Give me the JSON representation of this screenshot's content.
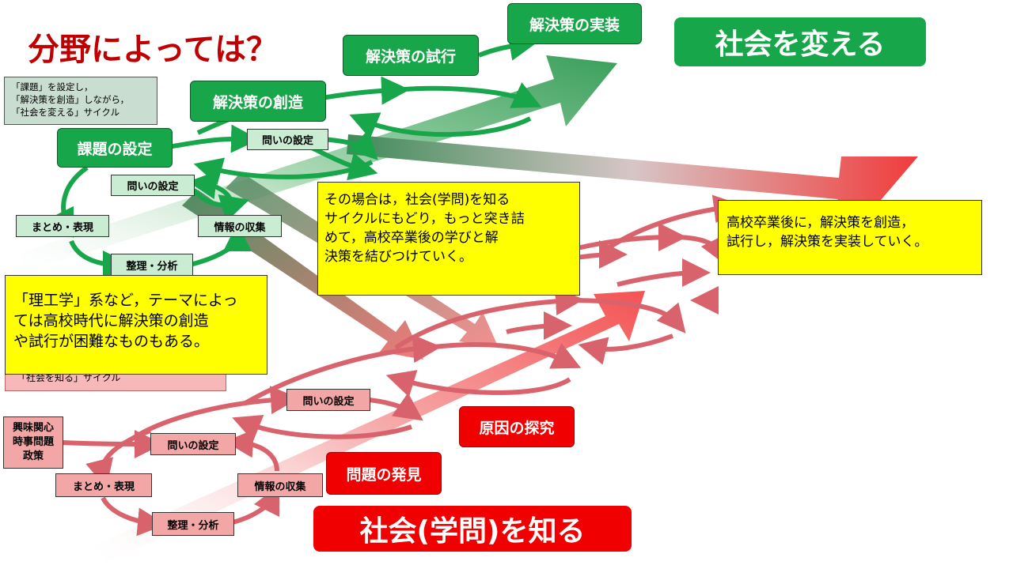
{
  "title": "分野によっては？",
  "green": {
    "banner": "社会を変える",
    "step_implement": "解決策の実装",
    "step_trial": "解決策の試行",
    "step_create": "解決策の創造",
    "step_task": "課題の設定",
    "q1": "問いの設定",
    "q2": "問いの設定",
    "summary": "まとめ・表現",
    "info": "情報の収集",
    "organize": "整理・分析",
    "cycle_note": "「課題」を設定し，\n「解決策を創造」しながら，\n「社会を変える」サイクル",
    "color": "#18a64a"
  },
  "red": {
    "banner": "社会(学問)を知る",
    "cause": "原因の探究",
    "problem": "問題の発見",
    "interest": "興味関心\n時事問題\n政策",
    "q1": "問いの設定",
    "q2": "問いの設定",
    "summary": "まとめ・表現",
    "info": "情報の収集",
    "organize": "整理・分析",
    "cycle_note": "「社会を知る」サイクル",
    "color": "#f00000"
  },
  "notes": {
    "science": "「理工学」系など，テーマによっ\nては高校時代に解決策の創造\nや試行が困難なものもある。",
    "return": "その場合は，社会(学問)を知る\nサイクルにもどり，もっと突き詰\nめて，高校卒業後の学びと解\n決策を結びつけていく。",
    "after": "高校卒業後に，解決策を創造，\n試行し，解決策を実装していく。"
  }
}
